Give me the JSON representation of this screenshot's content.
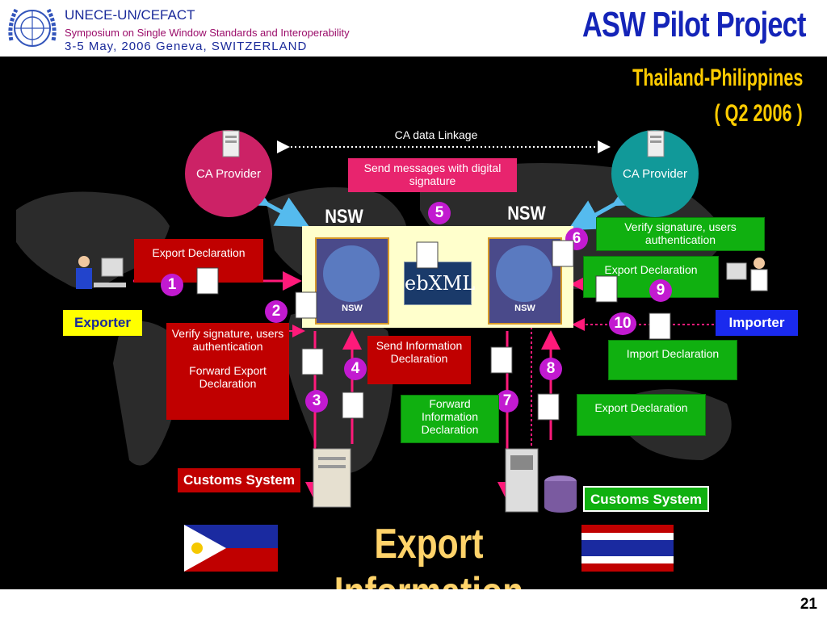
{
  "header": {
    "org": "UNECE-UN/CEFACT",
    "event": "Symposium on Single Window Standards and Interoperability",
    "date_place": "3-5 May, 2006 Geneva, SWITZERLAND",
    "title": "ASW Pilot Project",
    "subtitle1": "Thailand-Philippines",
    "subtitle2": "( Q2 2006 )"
  },
  "ca": {
    "left": "CA Provider",
    "right": "CA Provider",
    "linkage": "CA data Linkage",
    "send_messages": "Send messages with digital signature"
  },
  "nsw": {
    "left": "NSW",
    "right": "NSW",
    "badge_left": "NSW",
    "badge_right": "NSW",
    "ebxml": "ebXML"
  },
  "steps": [
    "1",
    "2",
    "3",
    "4",
    "5",
    "6",
    "7",
    "8",
    "9",
    "10"
  ],
  "left": {
    "exporter": "Exporter",
    "export_declaration": "Export Declaration",
    "verify": "Verify signature, users authentication",
    "forward_export": "Forward Export Declaration",
    "send_info": "Send Information Declaration",
    "customs": "Customs System"
  },
  "right": {
    "importer": "Importer",
    "verify": "Verify signature, users authentication",
    "export_declaration": "Export Declaration",
    "import_declaration": "Import Declaration",
    "forward_info": "Forward Information Declaration",
    "export_declaration2": "Export Declaration",
    "customs": "Customs System"
  },
  "banner": "Export Information",
  "page_number": "21",
  "colors": {
    "title_blue": "#1424b8",
    "step_purple": "#c21ad0",
    "ca_circle_left": "#cc2266",
    "ca_circle_right": "#119999",
    "arrow_magenta": "#ff1a7a",
    "arrow_cyan": "#55bbee"
  }
}
